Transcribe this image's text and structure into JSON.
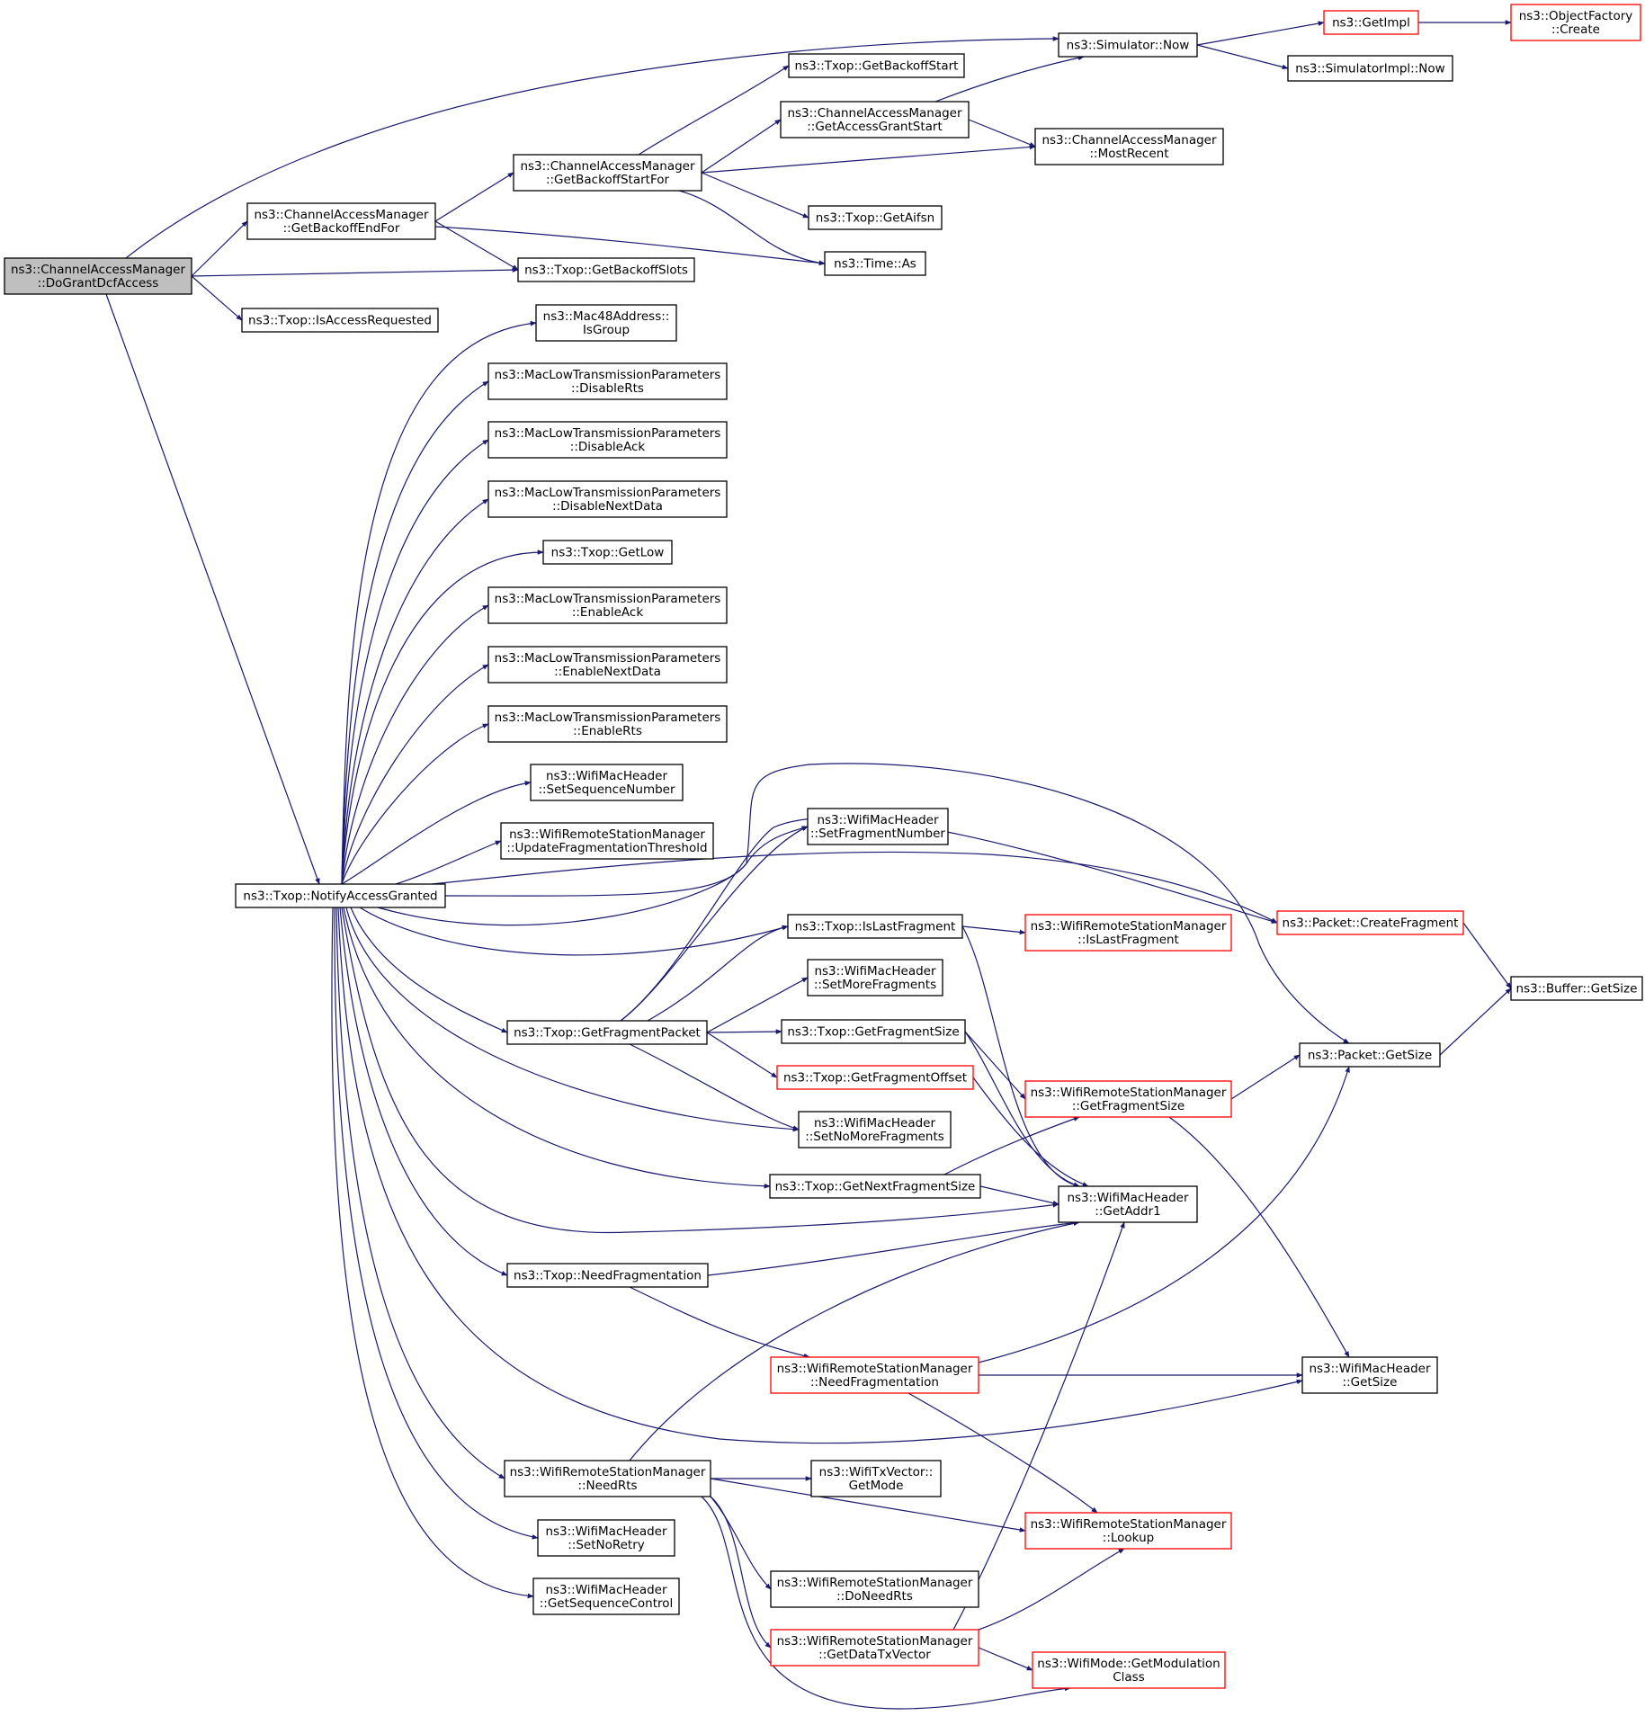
{
  "colors": {
    "edge": "#191970",
    "border": "#000000",
    "border_red": "#ff0000",
    "root_fill": "#bfbfbf",
    "fill": "#ffffff"
  },
  "nodes": [
    {
      "id": "root",
      "lines": [
        "ns3::ChannelAccessManager",
        "::DoGrantDcfAccess"
      ],
      "style": "root"
    },
    {
      "id": "simnow",
      "lines": [
        "ns3::Simulator::Now"
      ],
      "style": "normal"
    },
    {
      "id": "getimpl",
      "lines": [
        "ns3::GetImpl"
      ],
      "style": "red"
    },
    {
      "id": "objfactory",
      "lines": [
        "ns3::ObjectFactory",
        "::Create"
      ],
      "style": "red"
    },
    {
      "id": "simimplnow",
      "lines": [
        "ns3::SimulatorImpl::Now"
      ],
      "style": "normal"
    },
    {
      "id": "gbstart",
      "lines": [
        "ns3::Txop::GetBackoffStart"
      ],
      "style": "normal"
    },
    {
      "id": "gags",
      "lines": [
        "ns3::ChannelAccessManager",
        "::GetAccessGrantStart"
      ],
      "style": "normal"
    },
    {
      "id": "mostrecent",
      "lines": [
        "ns3::ChannelAccessManager",
        "::MostRecent"
      ],
      "style": "normal"
    },
    {
      "id": "gbsf",
      "lines": [
        "ns3::ChannelAccessManager",
        "::GetBackoffStartFor"
      ],
      "style": "normal"
    },
    {
      "id": "gbef",
      "lines": [
        "ns3::ChannelAccessManager",
        "::GetBackoffEndFor"
      ],
      "style": "normal"
    },
    {
      "id": "aifsn",
      "lines": [
        "ns3::Txop::GetAifsn"
      ],
      "style": "normal"
    },
    {
      "id": "timeas",
      "lines": [
        "ns3::Time::As"
      ],
      "style": "normal"
    },
    {
      "id": "gbslots",
      "lines": [
        "ns3::Txop::GetBackoffSlots"
      ],
      "style": "normal"
    },
    {
      "id": "isaccreq",
      "lines": [
        "ns3::Txop::IsAccessRequested"
      ],
      "style": "normal"
    },
    {
      "id": "isgroup",
      "lines": [
        "ns3::Mac48Address::",
        "IsGroup"
      ],
      "style": "normal"
    },
    {
      "id": "disrts",
      "lines": [
        "ns3::MacLowTransmissionParameters",
        "::DisableRts"
      ],
      "style": "normal"
    },
    {
      "id": "disack",
      "lines": [
        "ns3::MacLowTransmissionParameters",
        "::DisableAck"
      ],
      "style": "normal"
    },
    {
      "id": "disnext",
      "lines": [
        "ns3::MacLowTransmissionParameters",
        "::DisableNextData"
      ],
      "style": "normal"
    },
    {
      "id": "getlow",
      "lines": [
        "ns3::Txop::GetLow"
      ],
      "style": "normal"
    },
    {
      "id": "enack",
      "lines": [
        "ns3::MacLowTransmissionParameters",
        "::EnableAck"
      ],
      "style": "normal"
    },
    {
      "id": "ennext",
      "lines": [
        "ns3::MacLowTransmissionParameters",
        "::EnableNextData"
      ],
      "style": "normal"
    },
    {
      "id": "enrts",
      "lines": [
        "ns3::MacLowTransmissionParameters",
        "::EnableRts"
      ],
      "style": "normal"
    },
    {
      "id": "setseq",
      "lines": [
        "ns3::WifiMacHeader",
        "::SetSequenceNumber"
      ],
      "style": "normal"
    },
    {
      "id": "updfrag",
      "lines": [
        "ns3::WifiRemoteStationManager",
        "::UpdateFragmentationThreshold"
      ],
      "style": "normal"
    },
    {
      "id": "notify",
      "lines": [
        "ns3::Txop::NotifyAccessGranted"
      ],
      "style": "normal"
    },
    {
      "id": "setfragnum",
      "lines": [
        "ns3::WifiMacHeader",
        "::SetFragmentNumber"
      ],
      "style": "normal"
    },
    {
      "id": "islastfrag",
      "lines": [
        "ns3::Txop::IsLastFragment"
      ],
      "style": "normal"
    },
    {
      "id": "wrsmislast",
      "lines": [
        "ns3::WifiRemoteStationManager",
        "::IsLastFragment"
      ],
      "style": "red"
    },
    {
      "id": "createfrag",
      "lines": [
        "ns3::Packet::CreateFragment"
      ],
      "style": "red"
    },
    {
      "id": "setmorefrag",
      "lines": [
        "ns3::WifiMacHeader",
        "::SetMoreFragments"
      ],
      "style": "normal"
    },
    {
      "id": "buffersize",
      "lines": [
        "ns3::Buffer::GetSize"
      ],
      "style": "normal"
    },
    {
      "id": "getfragpkt",
      "lines": [
        "ns3::Txop::GetFragmentPacket"
      ],
      "style": "normal"
    },
    {
      "id": "getfragsize",
      "lines": [
        "ns3::Txop::GetFragmentSize"
      ],
      "style": "normal"
    },
    {
      "id": "pktsize",
      "lines": [
        "ns3::Packet::GetSize"
      ],
      "style": "normal"
    },
    {
      "id": "getfragoff",
      "lines": [
        "ns3::Txop::GetFragmentOffset"
      ],
      "style": "red"
    },
    {
      "id": "wrsmfragsize",
      "lines": [
        "ns3::WifiRemoteStationManager",
        "::GetFragmentSize"
      ],
      "style": "red"
    },
    {
      "id": "setnomore",
      "lines": [
        "ns3::WifiMacHeader",
        "::SetNoMoreFragments"
      ],
      "style": "normal"
    },
    {
      "id": "getnextfrag",
      "lines": [
        "ns3::Txop::GetNextFragmentSize"
      ],
      "style": "normal"
    },
    {
      "id": "getaddr1",
      "lines": [
        "ns3::WifiMacHeader",
        "::GetAddr1"
      ],
      "style": "normal"
    },
    {
      "id": "needfrag",
      "lines": [
        "ns3::Txop::NeedFragmentation"
      ],
      "style": "normal"
    },
    {
      "id": "wrsmneedfrag",
      "lines": [
        "ns3::WifiRemoteStationManager",
        "::NeedFragmentation"
      ],
      "style": "red"
    },
    {
      "id": "hdrsize",
      "lines": [
        "ns3::WifiMacHeader",
        "::GetSize"
      ],
      "style": "normal"
    },
    {
      "id": "needrts",
      "lines": [
        "ns3::WifiRemoteStationManager",
        "::NeedRts"
      ],
      "style": "normal"
    },
    {
      "id": "txvmode",
      "lines": [
        "ns3::WifiTxVector::",
        "GetMode"
      ],
      "style": "normal"
    },
    {
      "id": "lookup",
      "lines": [
        "ns3::WifiRemoteStationManager",
        "::Lookup"
      ],
      "style": "red"
    },
    {
      "id": "setnoretry",
      "lines": [
        "ns3::WifiMacHeader",
        "::SetNoRetry"
      ],
      "style": "normal"
    },
    {
      "id": "doneedrts",
      "lines": [
        "ns3::WifiRemoteStationManager",
        "::DoNeedRts"
      ],
      "style": "normal"
    },
    {
      "id": "getseqctl",
      "lines": [
        "ns3::WifiMacHeader",
        "::GetSequenceControl"
      ],
      "style": "normal"
    },
    {
      "id": "getdatatx",
      "lines": [
        "ns3::WifiRemoteStationManager",
        "::GetDataTxVector"
      ],
      "style": "red"
    },
    {
      "id": "modclass",
      "lines": [
        "ns3::WifiMode::GetModulation",
        "Class"
      ],
      "style": "red"
    }
  ]
}
